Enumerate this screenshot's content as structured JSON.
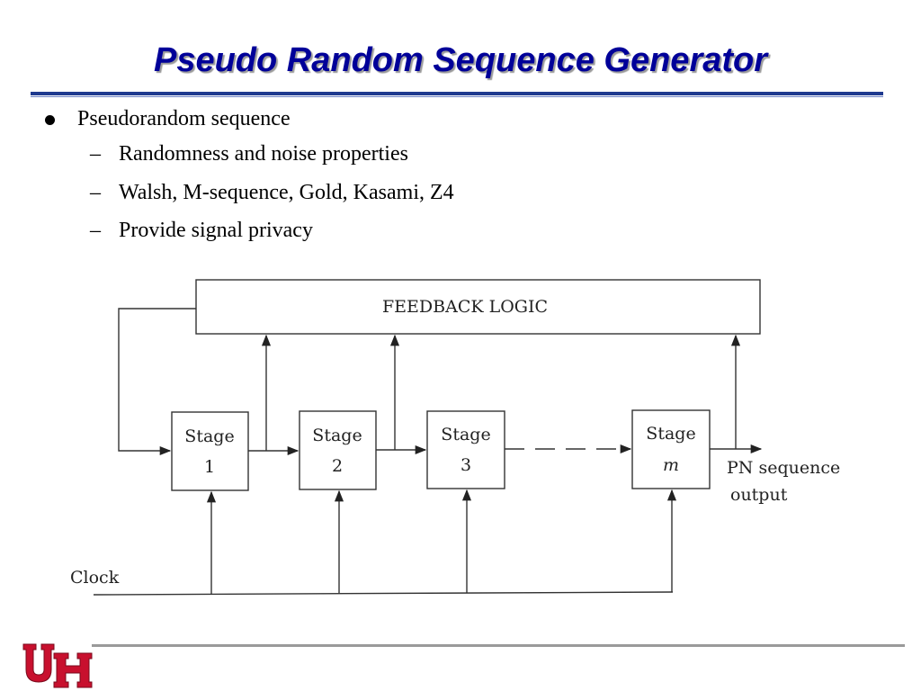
{
  "slide": {
    "title": "Pseudo Random Sequence Generator",
    "bullet": "Pseudorandom sequence",
    "subbullets": [
      "Randomness and noise properties",
      "Walsh, M-sequence, Gold, Kasami, Z4",
      "Provide signal privacy"
    ]
  },
  "diagram": {
    "feedback_label": "FEEDBACK LOGIC",
    "stages": [
      {
        "label": "Stage",
        "index": "1"
      },
      {
        "label": "Stage",
        "index": "2"
      },
      {
        "label": "Stage",
        "index": "3"
      },
      {
        "label": "Stage",
        "index": "m"
      }
    ],
    "output_label_line1": "PN sequence",
    "output_label_line2": "output",
    "clock_label": "Clock"
  },
  "logo": {
    "text": "UH",
    "color": "#c8102e"
  },
  "colors": {
    "title": "#000099",
    "rule": "#1f3a8f"
  }
}
